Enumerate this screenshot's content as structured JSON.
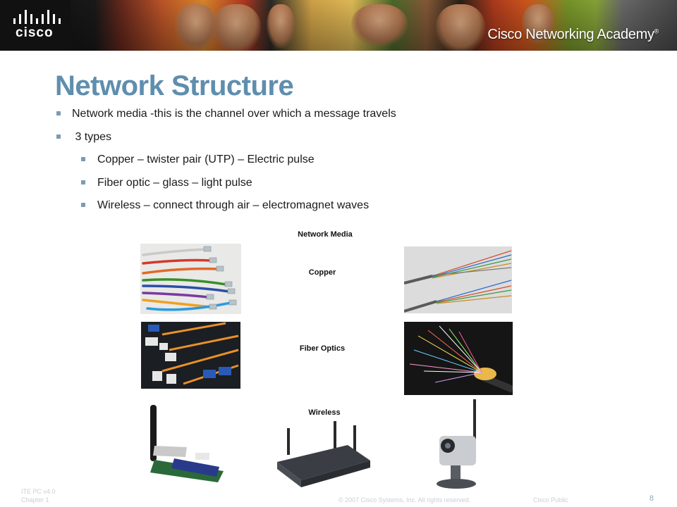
{
  "header": {
    "brand_logo_text": "cisco",
    "program_name": "Cisco Networking Academy",
    "trademark": "®"
  },
  "slide": {
    "title": "Network Structure",
    "bullets": [
      {
        "level": 1,
        "text": "Network media -this is the channel over which a message travels"
      },
      {
        "level": 1,
        "text": " 3 types"
      },
      {
        "level": 2,
        "text": "Copper – twister pair (UTP) – Electric pulse"
      },
      {
        "level": 2,
        "text": "Fiber optic – glass – light pulse"
      },
      {
        "level": 2,
        "text": "Wireless – connect through air – electromagnet waves"
      }
    ]
  },
  "figure": {
    "heading": "Network Media",
    "rows": [
      {
        "label": "Copper"
      },
      {
        "label": "Fiber Optics"
      },
      {
        "label": "Wireless"
      }
    ]
  },
  "footer": {
    "course_line1": "ITE PC v4.0",
    "course_line2": "Chapter 1",
    "copyright": "© 2007 Cisco Systems, Inc. All rights reserved.",
    "classification": "Cisco Public",
    "page_number": "8"
  },
  "colors": {
    "title": "#5f8eae",
    "bullet_marker": "#7c9bb2",
    "footer_text": "#c9ced4"
  }
}
